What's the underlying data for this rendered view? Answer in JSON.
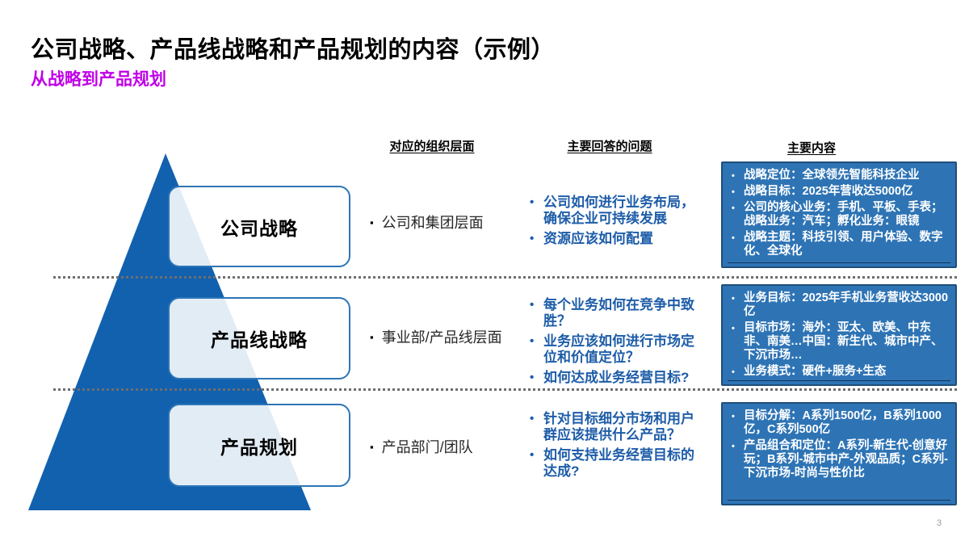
{
  "slide": {
    "title": "公司战略、产品线战略和产品规划的内容（示例）",
    "subtitle": "从战略到产品规划",
    "page_number": "3"
  },
  "headers": {
    "org": "对应的组织层面",
    "questions": "主要回答的问题",
    "content": "主要内容"
  },
  "rows": [
    {
      "level": "公司战略",
      "org": "公司和集团层面",
      "questions": [
        "公司如何进行业务布局，确保企业可持续发展",
        "资源应该如何配置"
      ],
      "content": [
        "战略定位：全球领先智能科技企业",
        "战略目标：2025年营收达5000亿",
        "公司的核心业务：手机、平板、手表；战略业务：汽车；孵化业务：眼镜",
        "战略主题：科技引领、用户体验、数字化、全球化"
      ]
    },
    {
      "level": "产品线战略",
      "org": "事业部/产品线层面",
      "questions": [
        "每个业务如何在竞争中致胜？",
        "业务应该如何进行市场定位和价值定位？",
        "如何达成业务经营目标?"
      ],
      "content": [
        "业务目标：2025年手机业务营收达3000亿",
        "目标市场：海外：亚太、欧美、中东非、南美…中国：新生代、城市中产、下沉市场…",
        "业务模式：硬件+服务+生态"
      ]
    },
    {
      "level": "产品规划",
      "org": "产品部门/团队",
      "questions": [
        "针对目标细分市场和用户群应该提供什么产品？",
        "如何支持业务经营目标的达成?"
      ],
      "content": [
        "目标分解：A系列1500亿，B系列1000亿，C系列500亿",
        "产品组合和定位：A系列-新生代-创意好玩；B系列-城市中产-外观品质；C系列-下沉市场-时尚与性价比"
      ]
    }
  ],
  "colors": {
    "pyramid_blue": "#1161af",
    "subtitle_magenta": "#c000e8",
    "question_blue": "#1d5ca8",
    "content_box_fill": "#2e74b5",
    "content_box_border": "#1f4e79",
    "level_box_border": "#2e75b6"
  }
}
